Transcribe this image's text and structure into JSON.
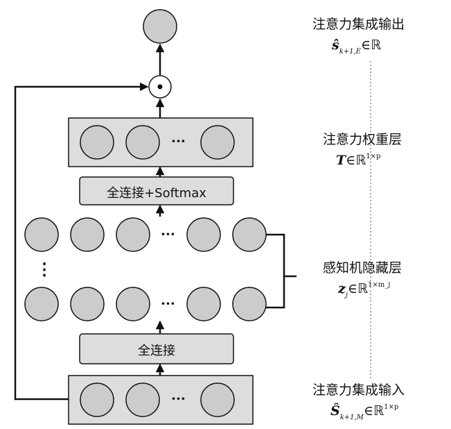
{
  "layers": [
    {
      "title": "注意力集成输出",
      "symbol": "ŝ",
      "subscript": "k+1,E",
      "member": "∈",
      "space": "ℝ",
      "superscript": ""
    },
    {
      "title": "注意力权重层",
      "symbol": "T",
      "subscript": "",
      "member": "∈",
      "space": "ℝ",
      "superscript": "1×p"
    },
    {
      "title": "感知机隐藏层",
      "symbol": "z",
      "subscript": "j",
      "member": "∈",
      "space": "ℝ",
      "superscript": "1×m_j"
    },
    {
      "title": "注意力集成输入",
      "symbol": "Ŝ",
      "subscript": "k+1,M",
      "member": "∈",
      "space": "ℝ",
      "superscript": "1×p"
    }
  ],
  "boxes": {
    "fc_softmax": "全连接+Softmax",
    "fc": "全连接"
  },
  "symbols": {
    "ellipsis": "···",
    "vertical_ellipsis": "⋮",
    "hadamard": "⊙"
  },
  "colors": {
    "node_fill": "#cccccc",
    "box_fill": "#dddddd",
    "stroke": "#111111"
  }
}
